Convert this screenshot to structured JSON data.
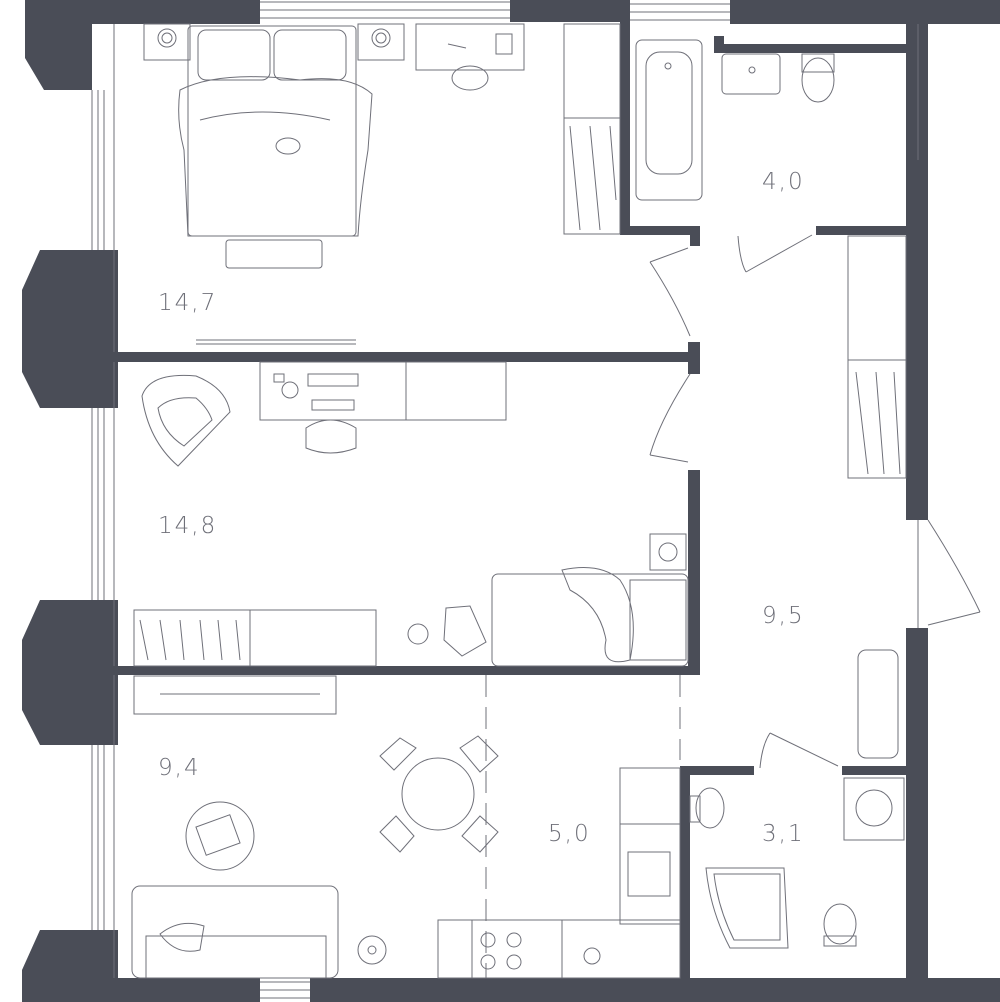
{
  "colors": {
    "wall": "#4a4d57",
    "line": "#6f7079",
    "background": "#ffffff"
  },
  "rooms": [
    {
      "name": "bedroom",
      "area": "14,7"
    },
    {
      "name": "childrens-room",
      "area": "14,8"
    },
    {
      "name": "living-room",
      "area": "9,4"
    },
    {
      "name": "kitchen",
      "area": "5,0"
    },
    {
      "name": "bathroom",
      "area": "4,0"
    },
    {
      "name": "hallway",
      "area": "9,5"
    },
    {
      "name": "shower-room",
      "area": "3,1"
    }
  ]
}
